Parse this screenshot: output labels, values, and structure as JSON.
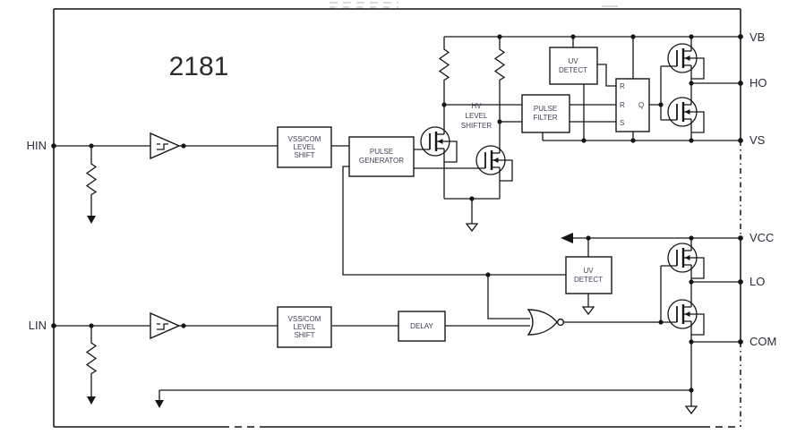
{
  "diagram_type": "functional-block-diagram",
  "title": "2181",
  "colors": {
    "line": "#161616",
    "box_text": "#3f3f55",
    "pin_text": "#2c2c3a",
    "title_text": "#2b2b2b",
    "background": "#ffffff"
  },
  "pins": {
    "hin": "HIN",
    "lin": "LIN",
    "vb": "VB",
    "ho": "HO",
    "vs": "VS",
    "vcc": "VCC",
    "lo": "LO",
    "com": "COM"
  },
  "blocks": {
    "vss_com_level_shift_high": {
      "lines": [
        "VSS/COM",
        "LEVEL",
        "SHIFT"
      ]
    },
    "pulse_generator": {
      "lines": [
        "PULSE",
        "GENERATOR"
      ]
    },
    "hv_level_shifter": {
      "lines": [
        "HV",
        "LEVEL",
        "SHIFTER"
      ]
    },
    "pulse_filter": {
      "lines": [
        "PULSE",
        "FILTER"
      ]
    },
    "uv_detect_high": {
      "lines": [
        "UV",
        "DETECT"
      ]
    },
    "uv_detect_low": {
      "lines": [
        "UV",
        "DETECT"
      ]
    },
    "vss_com_level_shift_low": {
      "lines": [
        "VSS/COM",
        "LEVEL",
        "SHIFT"
      ]
    },
    "delay": {
      "lines": [
        "DELAY"
      ]
    }
  },
  "latch": {
    "r_top": "R",
    "r_mid": "R",
    "s": "S",
    "q": "Q"
  }
}
